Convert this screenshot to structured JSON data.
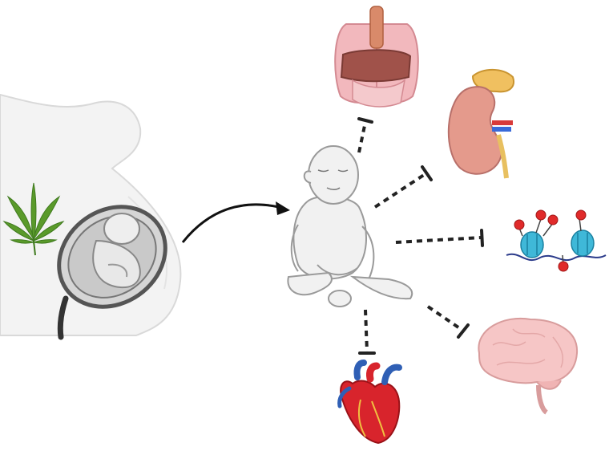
{
  "figure": {
    "source_item": {
      "icon": "cannabis-leaf-icon",
      "color": "#5a9a2a"
    },
    "subject": {
      "icon": "pregnant-woman-icon"
    },
    "target_hub": {
      "icon": "infant-icon"
    },
    "exposure_arrow": {
      "icon": "curved-arrow-icon"
    },
    "outcomes": [
      {
        "id": "lung-liver",
        "icon": "lungs-liver-icon",
        "link": "inhibition"
      },
      {
        "id": "kidney",
        "icon": "kidney-adrenal-icon",
        "link": "inhibition"
      },
      {
        "id": "epigenetics",
        "icon": "dna-methylation-icon",
        "link": "inhibition"
      },
      {
        "id": "brain",
        "icon": "brain-icon",
        "link": "inhibition"
      },
      {
        "id": "heart",
        "icon": "heart-icon",
        "link": "inhibition"
      }
    ],
    "colors": {
      "organ_pink": "#f2b8bd",
      "liver_brown": "#a0524a",
      "kidney": "#e49a8c",
      "adrenal": "#f0c060",
      "histone": "#3fb8d8",
      "methyl": "#e02a2a",
      "heart_red": "#d8242c",
      "heart_blue": "#2f5fb5",
      "line": "#222222"
    }
  }
}
